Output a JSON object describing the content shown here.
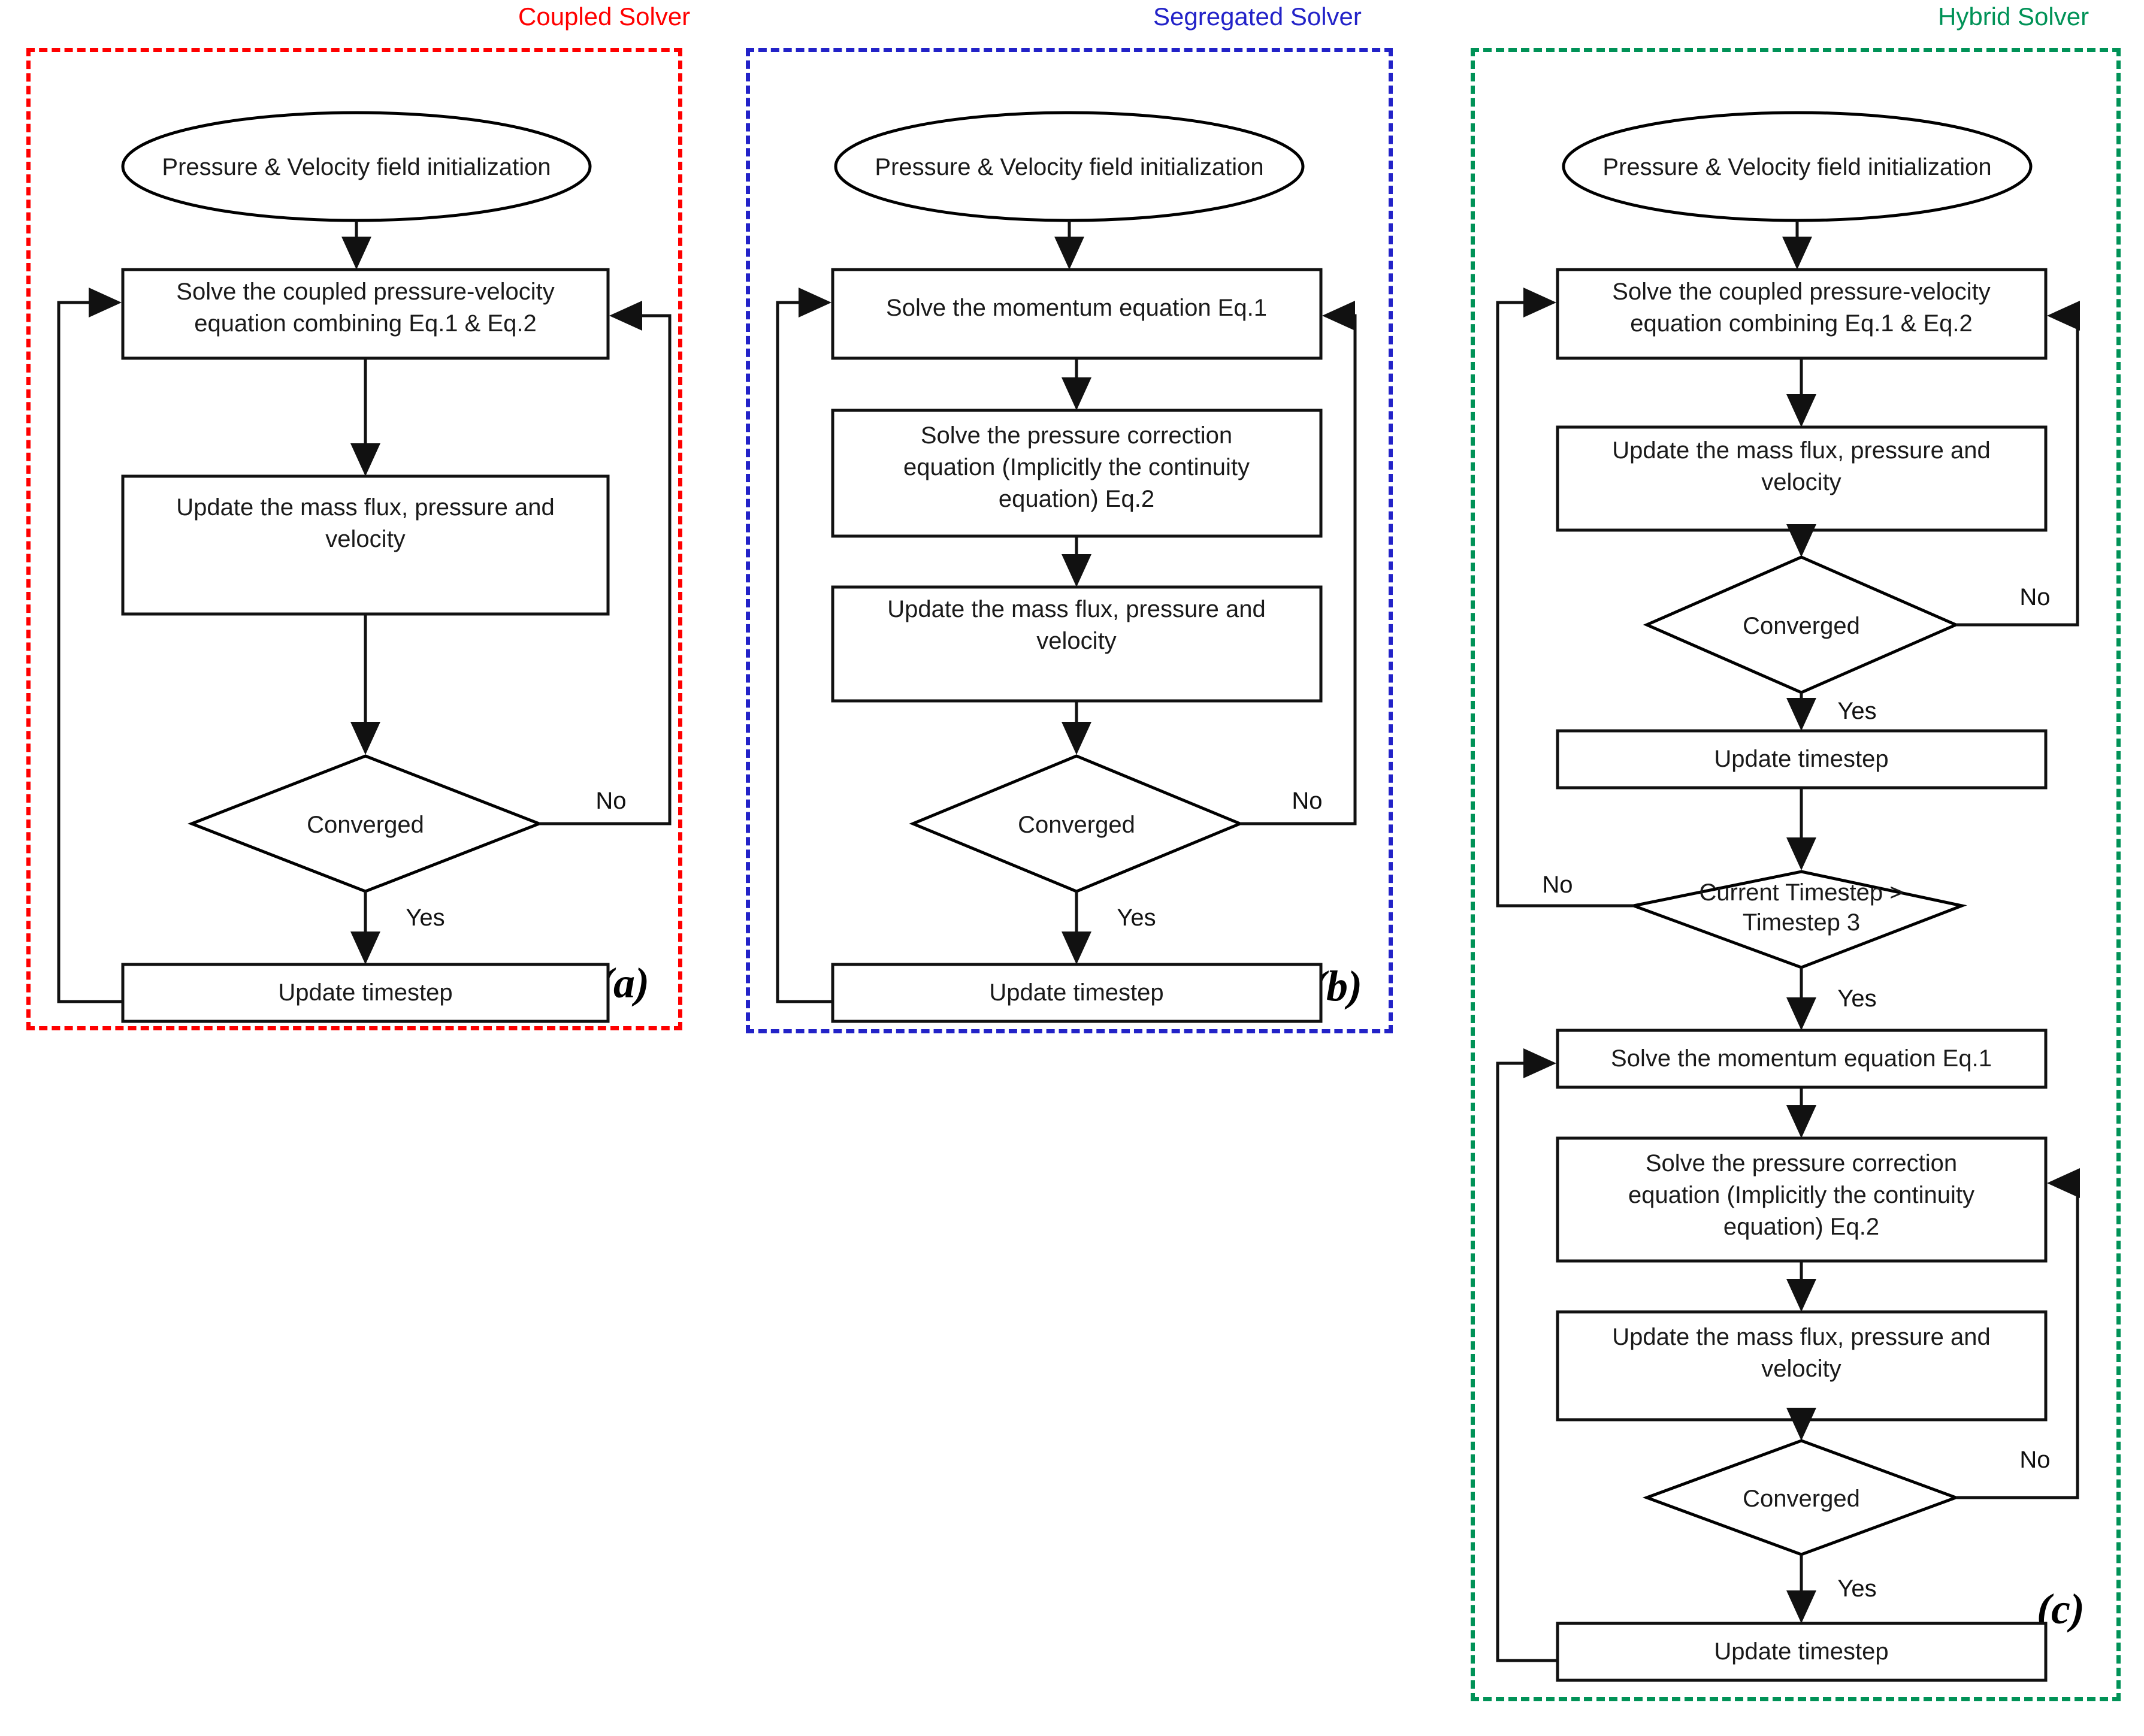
{
  "figure": {
    "kind": "flowchart",
    "panels": [
      {
        "id": "a",
        "title": "Coupled Solver",
        "title_color": "#ff0000",
        "sublabel": "(a)",
        "nodes": [
          {
            "id": "a1",
            "type": "terminator",
            "text": "Pressure & Velocity field initialization"
          },
          {
            "id": "a2",
            "type": "process",
            "text_line1": "Solve the coupled pressure-velocity",
            "text_line2": "equation combining Eq.1 & Eq.2"
          },
          {
            "id": "a3",
            "type": "process",
            "text_line1": "Update the mass flux, pressure and",
            "text_line2": "velocity"
          },
          {
            "id": "a4",
            "type": "decision",
            "text": "Converged"
          },
          {
            "id": "a5",
            "type": "process",
            "text_line1": "Update timestep"
          }
        ],
        "edges": [
          {
            "from": "a1",
            "to": "a2",
            "label": ""
          },
          {
            "from": "a2",
            "to": "a3",
            "label": ""
          },
          {
            "from": "a3",
            "to": "a4",
            "label": ""
          },
          {
            "from": "a4",
            "to": "a2",
            "label": "No"
          },
          {
            "from": "a4",
            "to": "a5",
            "label": "Yes"
          },
          {
            "from": "a5",
            "to": "a2",
            "label": ""
          }
        ]
      },
      {
        "id": "b",
        "title": "Segregated Solver",
        "title_color": "#2222c8",
        "sublabel": "(b)",
        "nodes": [
          {
            "id": "b1",
            "type": "terminator",
            "text": "Pressure & Velocity field initialization"
          },
          {
            "id": "b2",
            "type": "process",
            "text_line1": "Solve the momentum equation Eq.1"
          },
          {
            "id": "b3",
            "type": "process",
            "text_line1": "Solve the pressure correction",
            "text_line2": "equation (Implicitly the continuity",
            "text_line3": "equation) Eq.2"
          },
          {
            "id": "b4",
            "type": "process",
            "text_line1": "Update the mass flux, pressure and",
            "text_line2": "velocity"
          },
          {
            "id": "b5",
            "type": "decision",
            "text": "Converged"
          },
          {
            "id": "b6",
            "type": "process",
            "text_line1": "Update timestep"
          }
        ],
        "edges": [
          {
            "from": "b1",
            "to": "b2",
            "label": ""
          },
          {
            "from": "b2",
            "to": "b3",
            "label": ""
          },
          {
            "from": "b3",
            "to": "b4",
            "label": ""
          },
          {
            "from": "b4",
            "to": "b5",
            "label": ""
          },
          {
            "from": "b5",
            "to": "b2",
            "label": "No"
          },
          {
            "from": "b5",
            "to": "b6",
            "label": "Yes"
          },
          {
            "from": "b6",
            "to": "b2",
            "label": ""
          }
        ]
      },
      {
        "id": "c",
        "title": "Hybrid Solver",
        "title_color": "#009257",
        "sublabel": "(c)",
        "nodes": [
          {
            "id": "c1",
            "type": "terminator",
            "text": "Pressure & Velocity field initialization"
          },
          {
            "id": "c2",
            "type": "process",
            "text_line1": "Solve the coupled pressure-velocity",
            "text_line2": "equation combining Eq.1 & Eq.2"
          },
          {
            "id": "c3",
            "type": "process",
            "text_line1": "Update the mass flux, pressure and",
            "text_line2": "velocity"
          },
          {
            "id": "c4",
            "type": "decision",
            "text": "Converged"
          },
          {
            "id": "c5",
            "type": "process",
            "text_line1": "Update timestep"
          },
          {
            "id": "c6",
            "type": "decision",
            "text_line1": "Current Timestep >",
            "text_line2": "Timestep 3"
          },
          {
            "id": "c7",
            "type": "process",
            "text_line1": "Solve the momentum equation Eq.1"
          },
          {
            "id": "c8",
            "type": "process",
            "text_line1": "Solve the pressure correction",
            "text_line2": "equation (Implicitly the continuity",
            "text_line3": "equation) Eq.2"
          },
          {
            "id": "c9",
            "type": "process",
            "text_line1": "Update the mass flux, pressure and",
            "text_line2": "velocity"
          },
          {
            "id": "c10",
            "type": "decision",
            "text": "Converged"
          },
          {
            "id": "c11",
            "type": "process",
            "text_line1": "Update timestep"
          }
        ],
        "edges": [
          {
            "from": "c1",
            "to": "c2",
            "label": ""
          },
          {
            "from": "c2",
            "to": "c3",
            "label": ""
          },
          {
            "from": "c3",
            "to": "c4",
            "label": ""
          },
          {
            "from": "c4",
            "to": "c2",
            "label": "No"
          },
          {
            "from": "c4",
            "to": "c5",
            "label": "Yes"
          },
          {
            "from": "c5",
            "to": "c6",
            "label": ""
          },
          {
            "from": "c6",
            "to": "c2",
            "label": "No"
          },
          {
            "from": "c6",
            "to": "c7",
            "label": "Yes"
          },
          {
            "from": "c7",
            "to": "c8",
            "label": ""
          },
          {
            "from": "c8",
            "to": "c9",
            "label": ""
          },
          {
            "from": "c9",
            "to": "c10",
            "label": ""
          },
          {
            "from": "c10",
            "to": "c8",
            "label": "No"
          },
          {
            "from": "c10",
            "to": "c11",
            "label": "Yes"
          },
          {
            "from": "c11",
            "to": "c7",
            "label": ""
          }
        ]
      }
    ],
    "labels": {
      "yes": "Yes",
      "no": "No"
    }
  }
}
